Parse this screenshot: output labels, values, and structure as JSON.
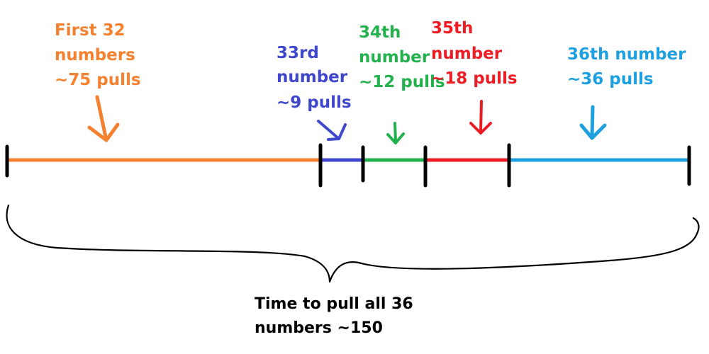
{
  "colors": {
    "first32": "#f4812f",
    "n33": "#3f48cc",
    "n34": "#22b14c",
    "n35": "#ed1c24",
    "n36": "#1ea0e0",
    "ink": "#000000"
  },
  "segments": [
    {
      "key": "first32",
      "lines": [
        "First 32",
        "numbers",
        "~75 pulls"
      ],
      "pulls": 75
    },
    {
      "key": "n33",
      "lines": [
        "33rd",
        "number",
        "~9 pulls"
      ],
      "pulls": 9
    },
    {
      "key": "n34",
      "lines": [
        "34th",
        "number",
        "~12 pulls"
      ],
      "pulls": 12
    },
    {
      "key": "n35",
      "lines": [
        "35th",
        "number",
        "~18 pulls"
      ],
      "pulls": 18
    },
    {
      "key": "n36",
      "lines": [
        "36th number",
        "~36 pulls"
      ],
      "pulls": 36
    }
  ],
  "total": {
    "lines": [
      "Time to pull all 36",
      "numbers ~150"
    ]
  }
}
